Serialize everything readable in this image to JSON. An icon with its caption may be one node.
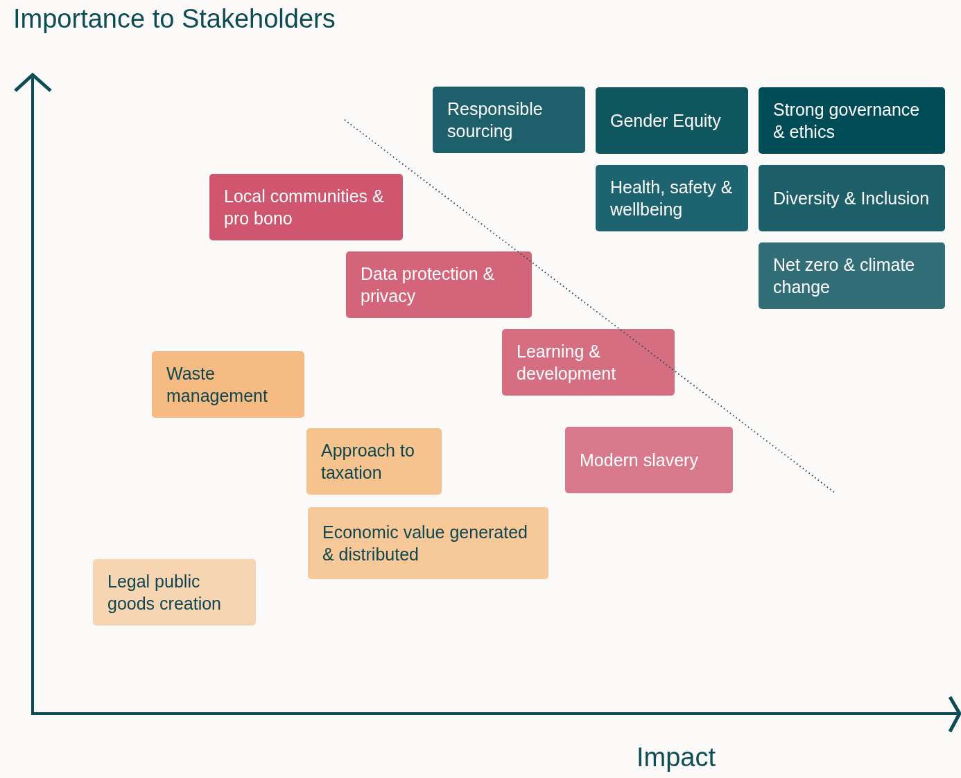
{
  "diagram": {
    "title": "Importance to Stakeholders",
    "nodes": [
      {
        "text": [
          "Responsible sourcing"
        ]
      },
      {
        "text": [
          "Gender Equity"
        ]
      },
      {
        "text": [
          "Strong governance & ethics"
        ]
      },
      {
        "text": [
          "Health, safety & wellbeing"
        ]
      },
      {
        "text": [
          "Diversity & Inclusion"
        ]
      },
      {
        "text": [
          "Net zero & climate change"
        ]
      },
      {
        "text": [
          "Local communities & pro bono"
        ]
      },
      {
        "text": [
          "Data protection & privacy"
        ]
      },
      {
        "text": [
          "Learning & development"
        ]
      },
      {
        "text": [
          "Waste management"
        ]
      },
      {
        "text": [
          "Modern slavery"
        ]
      },
      {
        "text": [
          "Approach to taxation"
        ]
      },
      {
        "text": [
          "Economic value generated & distributed"
        ]
      },
      {
        "text": [
          "Legal public goods creation"
        ]
      }
    ],
    "edges": [],
    "labels": [
      "Impact"
    ]
  }
}
